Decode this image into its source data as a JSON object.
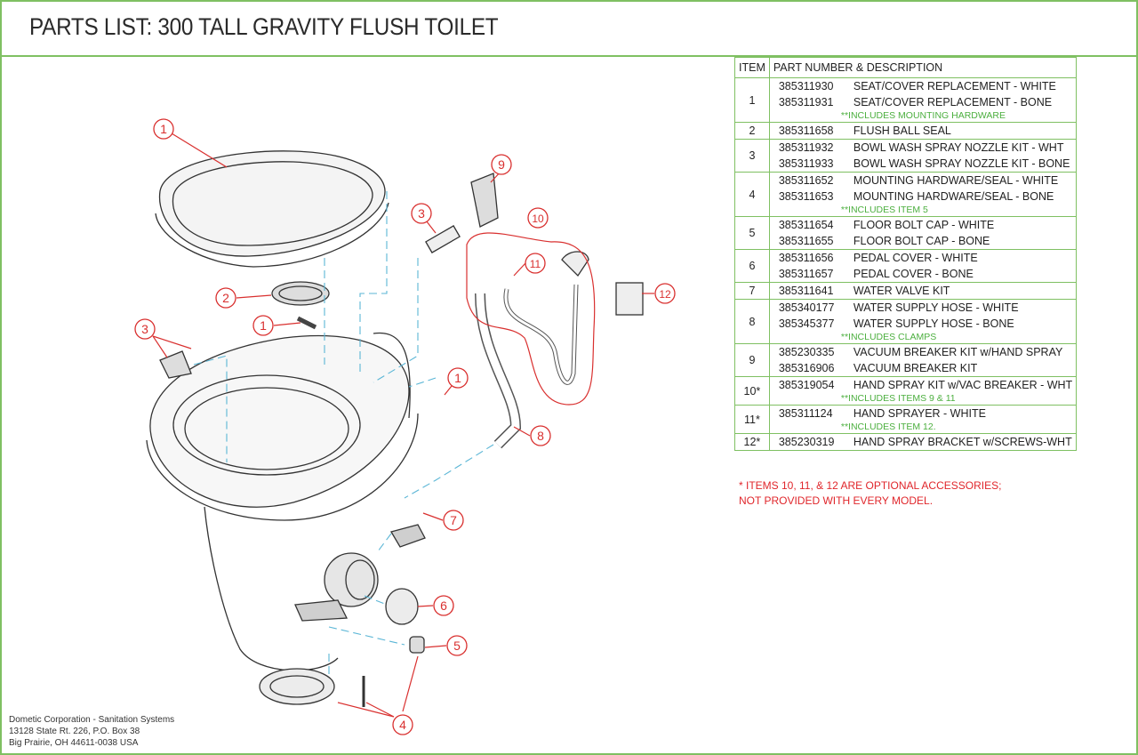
{
  "title": "PARTS LIST:  300 TALL GRAVITY FLUSH TOILET",
  "table": {
    "headers": {
      "item": "ITEM",
      "description": "PART NUMBER & DESCRIPTION"
    },
    "rows": [
      {
        "item": "1",
        "lines": [
          {
            "pn": "385311930",
            "desc": "SEAT/COVER REPLACEMENT - WHITE"
          },
          {
            "pn": "385311931",
            "desc": "SEAT/COVER REPLACEMENT - BONE"
          }
        ],
        "note": "**INCLUDES MOUNTING HARDWARE"
      },
      {
        "item": "2",
        "lines": [
          {
            "pn": "385311658",
            "desc": "FLUSH BALL SEAL"
          }
        ]
      },
      {
        "item": "3",
        "lines": [
          {
            "pn": "385311932",
            "desc": "BOWL WASH SPRAY NOZZLE KIT - WHT"
          },
          {
            "pn": "385311933",
            "desc": "BOWL WASH SPRAY NOZZLE KIT - BONE"
          }
        ]
      },
      {
        "item": "4",
        "lines": [
          {
            "pn": "385311652",
            "desc": "MOUNTING HARDWARE/SEAL - WHITE"
          },
          {
            "pn": "385311653",
            "desc": "MOUNTING HARDWARE/SEAL - BONE"
          }
        ],
        "note": "**INCLUDES ITEM 5"
      },
      {
        "item": "5",
        "lines": [
          {
            "pn": "385311654",
            "desc": "FLOOR BOLT CAP - WHITE"
          },
          {
            "pn": "385311655",
            "desc": "FLOOR BOLT CAP - BONE"
          }
        ]
      },
      {
        "item": "6",
        "lines": [
          {
            "pn": "385311656",
            "desc": "PEDAL COVER - WHITE"
          },
          {
            "pn": "385311657",
            "desc": "PEDAL COVER - BONE"
          }
        ]
      },
      {
        "item": "7",
        "lines": [
          {
            "pn": "385311641",
            "desc": "WATER VALVE KIT"
          }
        ]
      },
      {
        "item": "8",
        "lines": [
          {
            "pn": "385340177",
            "desc": "WATER SUPPLY HOSE - WHITE"
          },
          {
            "pn": "385345377",
            "desc": "WATER SUPPLY HOSE - BONE"
          }
        ],
        "note": "**INCLUDES CLAMPS"
      },
      {
        "item": "9",
        "lines": [
          {
            "pn": "385230335",
            "desc": "VACUUM BREAKER KIT w/HAND SPRAY"
          },
          {
            "pn": "385316906",
            "desc": "VACUUM BREAKER KIT"
          }
        ]
      },
      {
        "item": "10*",
        "lines": [
          {
            "pn": "385319054",
            "desc": "HAND SPRAY KIT w/VAC BREAKER - WHT"
          }
        ],
        "note": "**INCLUDES ITEMS 9 & 11"
      },
      {
        "item": "11*",
        "lines": [
          {
            "pn": "385311124",
            "desc": "HAND SPRAYER - WHITE"
          }
        ],
        "note": "**INCLUDES ITEM 12."
      },
      {
        "item": "12*",
        "lines": [
          {
            "pn": "385230319",
            "desc": "HAND SPRAY BRACKET w/SCREWS-WHT"
          }
        ]
      }
    ]
  },
  "footnote": {
    "line1": "* ITEMS 10, 11, & 12 ARE OPTIONAL ACCESSORIES;",
    "line2": "NOT PROVIDED WITH EVERY MODEL."
  },
  "address": {
    "line1": "Dometic Corporation - Sanitation Systems",
    "line2": "13128 State Rt. 226, P.O. Box 38",
    "line3": "Big Prairie, OH 44611-0038 USA"
  },
  "callouts": [
    "1",
    "2",
    "1",
    "3",
    "1",
    "3",
    "9",
    "10",
    "11",
    "12",
    "8",
    "7",
    "6",
    "5",
    "4"
  ],
  "colors": {
    "border": "#7fc062",
    "callout": "#d9302f",
    "note": "#4caf3f",
    "leader": "#5bb6d6"
  }
}
